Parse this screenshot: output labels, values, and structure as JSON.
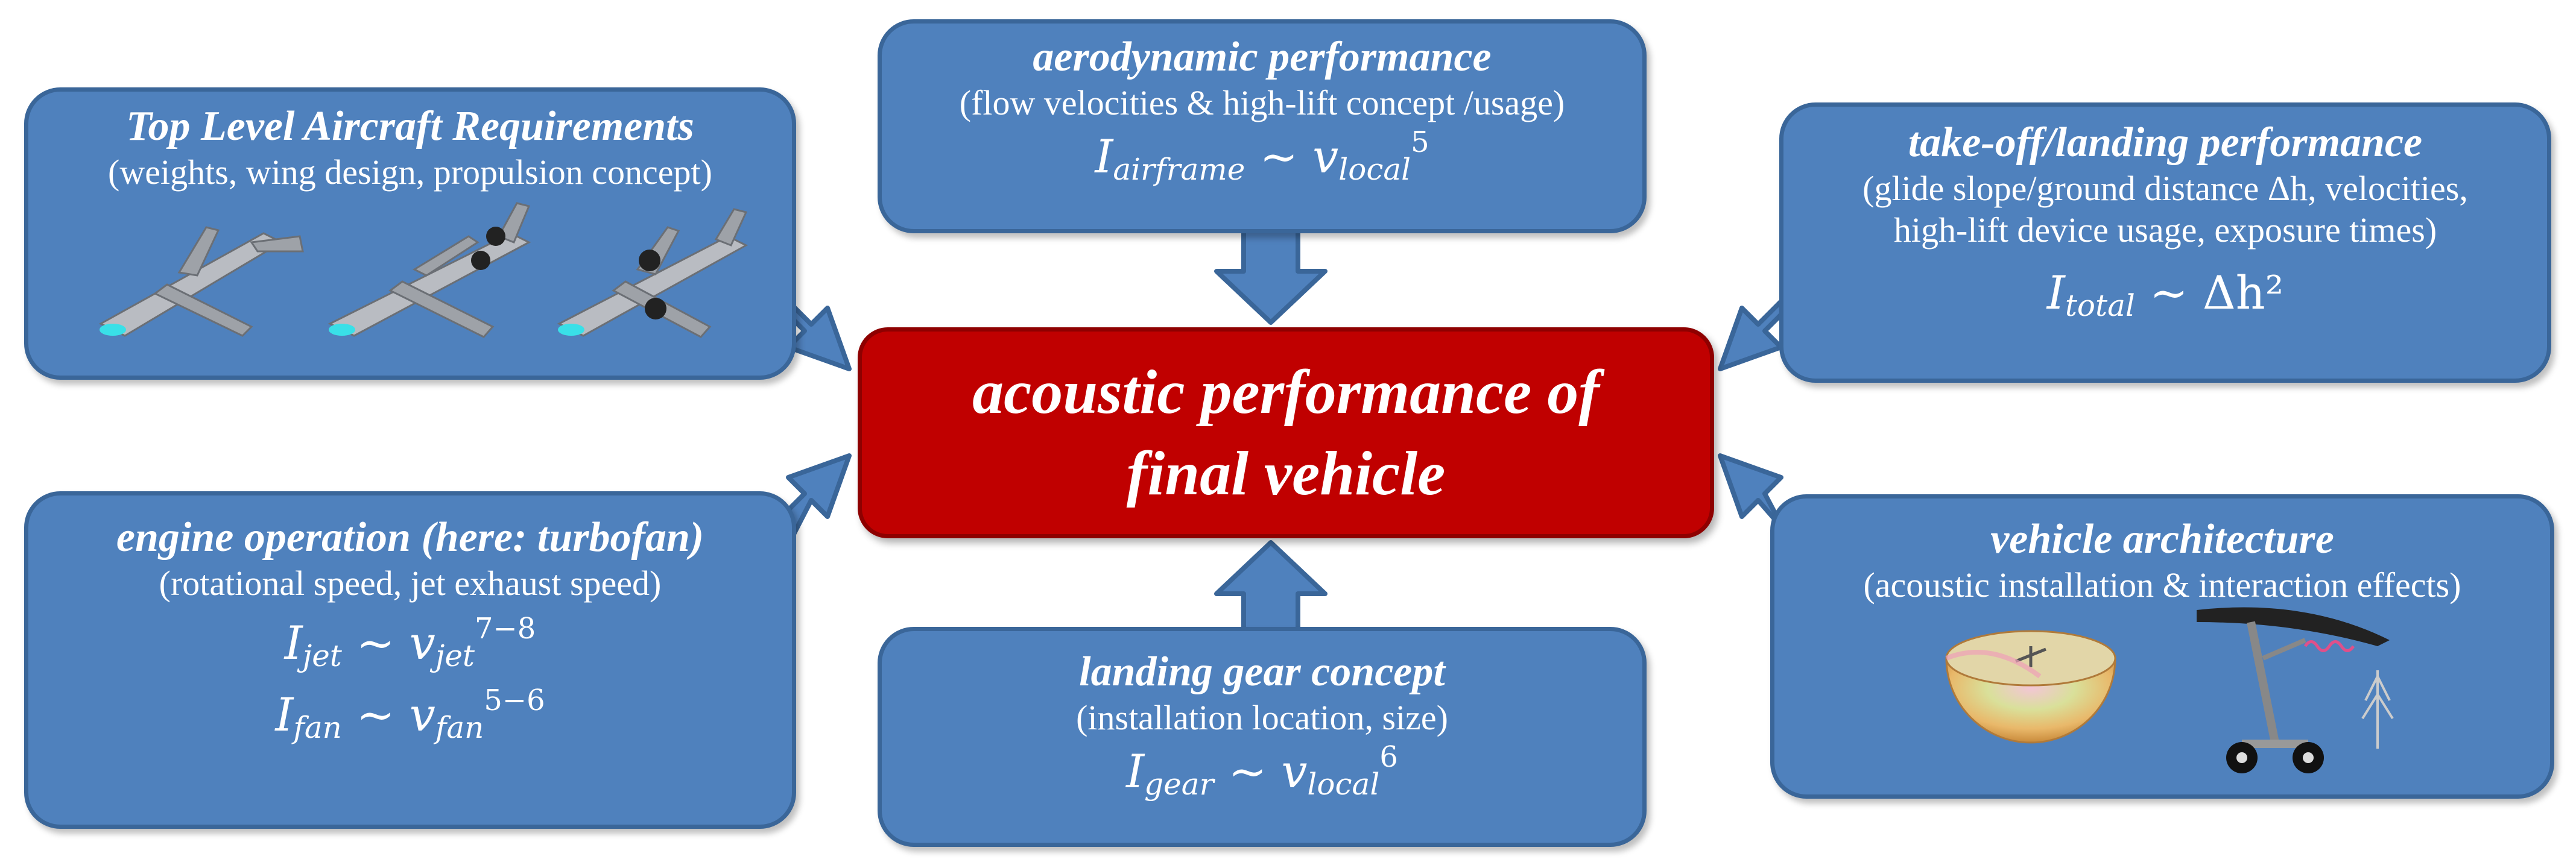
{
  "center": {
    "line1": "acoustic performance of",
    "line2": "final vehicle"
  },
  "tlar": {
    "title": "Top Level Aircraft Requirements",
    "subtitle": "(weights, wing design, propulsion concept)"
  },
  "aero": {
    "title": "aerodynamic performance",
    "subtitle": "(flow velocities & high-lift concept /usage)",
    "eq_var": "I",
    "eq_sub": "airframe",
    "eq_rel": " ~ ",
    "eq_var2": "v",
    "eq_sub2": "local",
    "eq_exp": "5"
  },
  "takeoff": {
    "title": "take-off/landing performance",
    "subtitle1": "(glide slope/ground distance Δh, velocities,",
    "subtitle2": "high-lift device usage, exposure times)",
    "eq_var": "I",
    "eq_sub": "total",
    "eq_rel": " ~ Δh²"
  },
  "engine": {
    "title": "engine operation (here: turbofan)",
    "subtitle": "(rotational speed, jet exhaust speed)",
    "eq1_var": "I",
    "eq1_sub": "jet",
    "eq1_rel": " ~ ",
    "eq1_var2": "v",
    "eq1_sub2": "jet",
    "eq1_exp": "7−8",
    "eq2_var": "I",
    "eq2_sub": "fan",
    "eq2_rel": " ~ ",
    "eq2_var2": "v",
    "eq2_sub2": "fan",
    "eq2_exp": "5−6"
  },
  "gear": {
    "title": "landing gear concept",
    "subtitle": "(installation location, size)",
    "eq_var": "I",
    "eq_sub": "gear",
    "eq_rel": " ~ ",
    "eq_var2": "v",
    "eq_sub2": "local",
    "eq_exp": "6"
  },
  "architecture": {
    "title": "vehicle architecture",
    "subtitle": "(acoustic installation & interaction effects)"
  },
  "colors": {
    "box_fill": "#4f81bd",
    "box_border": "#3a6699",
    "center_fill": "#c00000",
    "text": "#ffffff"
  }
}
